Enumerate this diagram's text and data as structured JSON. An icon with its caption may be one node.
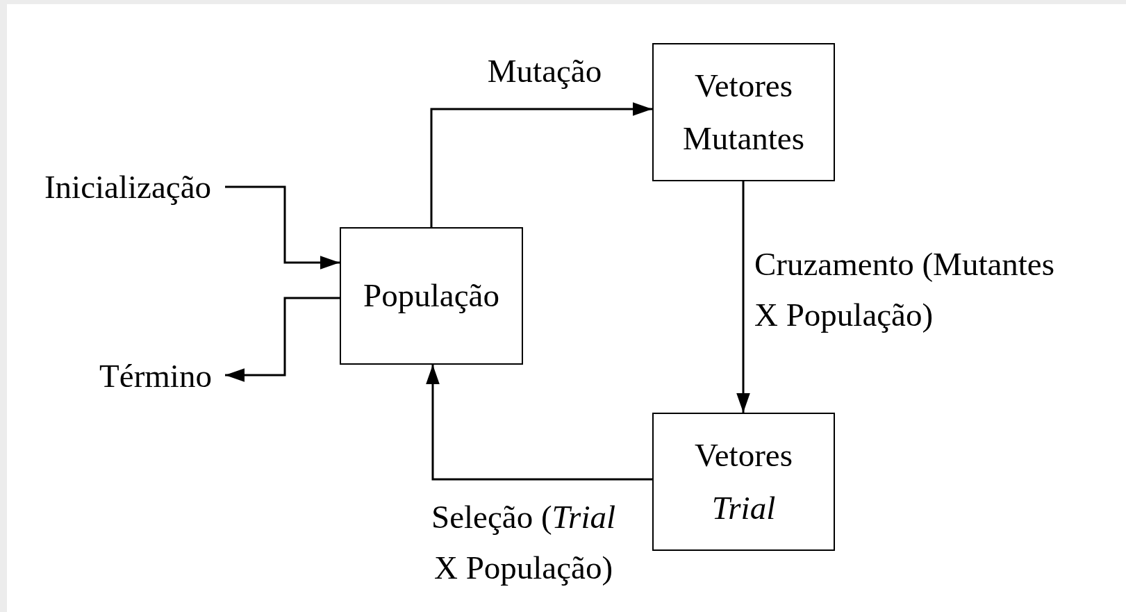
{
  "diagram": {
    "nodes": [
      {
        "text": [
          "Inicialização"
        ]
      },
      {
        "text": [
          "População"
        ]
      },
      {
        "text": [
          "Término"
        ]
      },
      {
        "text": [
          "Vetores Mutantes"
        ]
      },
      {
        "text": [
          "Vetores *Trial*"
        ]
      }
    ],
    "edges": [
      {
        "from": 0,
        "to": 1,
        "arrow": "to"
      },
      {
        "from": 1,
        "to": 2,
        "arrow": "to"
      },
      {
        "from": 1,
        "to": 3,
        "arrow": "to",
        "label": "Mutação"
      },
      {
        "from": 3,
        "to": 4,
        "arrow": "to",
        "label": "Cruzamento (Mutantes X População)"
      },
      {
        "from": 4,
        "to": 1,
        "arrow": "to",
        "label": "Seleção (*Trial* X População)"
      }
    ]
  }
}
